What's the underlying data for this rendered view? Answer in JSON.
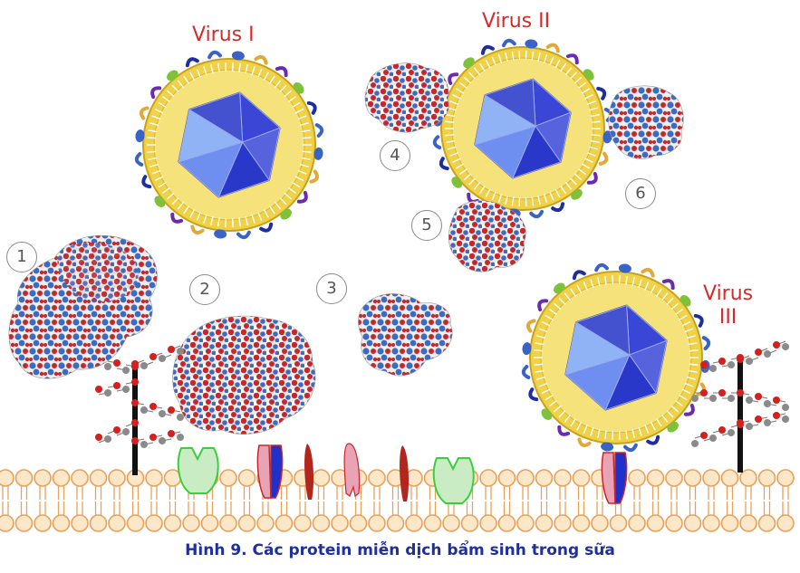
{
  "labels": {
    "virus_1": "Virus I",
    "virus_2": "Virus II",
    "virus_3_line1": "Virus",
    "virus_3_line2": "III"
  },
  "markers": [
    "1",
    "2",
    "3",
    "4",
    "5",
    "6"
  ],
  "caption": "Hình 9. Các protein miễn dịch bẩm sinh trong sữa",
  "colors": {
    "label": "#d42a2a",
    "caption": "#1e2f9e",
    "capsid": "#2130c9",
    "envelope": "#e8c43c",
    "membrane": "#e8a15a",
    "protein_red": "#c8262a",
    "protein_blue": "#3c6cc0"
  }
}
